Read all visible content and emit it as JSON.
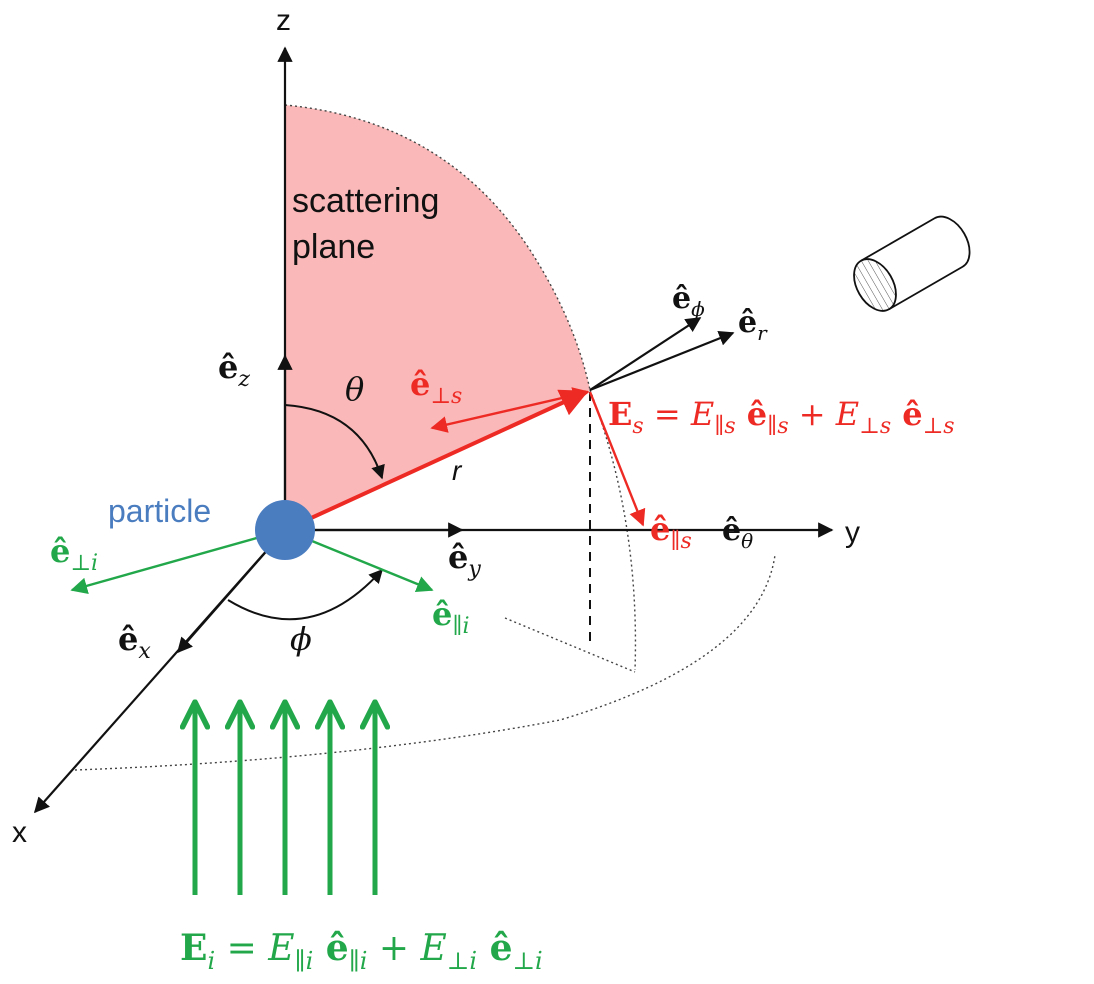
{
  "colors": {
    "black": "#111111",
    "red": "#ee2a24",
    "green": "#22a84a",
    "blue": "#4a7cc0",
    "plane_fill": "#fbb8b8"
  },
  "axes": {
    "z": "z",
    "y": "y",
    "x": "x"
  },
  "labels": {
    "scattering_plane_line1": "scattering",
    "scattering_plane_line2": "plane",
    "particle": "particle",
    "r": "r",
    "theta": "θ",
    "phi": "ϕ",
    "ez": "ê",
    "ez_sub": "z",
    "ey": "ê",
    "ey_sub": "y",
    "ex": "ê",
    "ex_sub": "x",
    "ephi": "ê",
    "ephi_sub": "ϕ",
    "er": "ê",
    "er_sub": "r",
    "etheta": "ê",
    "etheta_sub": "θ",
    "eperp_s": "ê",
    "eperp_s_sub": "⊥s",
    "epar_s": "ê",
    "epar_s_sub": "∥s",
    "eperp_i": "ê",
    "eperp_i_sub": "⊥i",
    "epar_i": "ê",
    "epar_i_sub": "∥i"
  },
  "equations": {
    "scattered": {
      "lhs": "E",
      "lhs_sub": "s",
      "eq": " = ",
      "t1": "E",
      "t1_sub": "∥s",
      "t1_vec": " ê",
      "t1_vec_sub": "∥s",
      "plus": " + ",
      "t2": "E",
      "t2_sub": "⊥s",
      "t2_vec": " ê",
      "t2_vec_sub": "⊥s"
    },
    "incident": {
      "lhs": "E",
      "lhs_sub": "i",
      "eq": " = ",
      "t1": "E",
      "t1_sub": "∥i",
      "t1_vec": " ê",
      "t1_vec_sub": "∥i",
      "plus": " + ",
      "t2": "E",
      "t2_sub": "⊥i",
      "t2_vec": " ê",
      "t2_vec_sub": "⊥i"
    }
  },
  "icons": {
    "detector": "cylinder-detector-icon",
    "particle": "sphere-particle-icon"
  }
}
